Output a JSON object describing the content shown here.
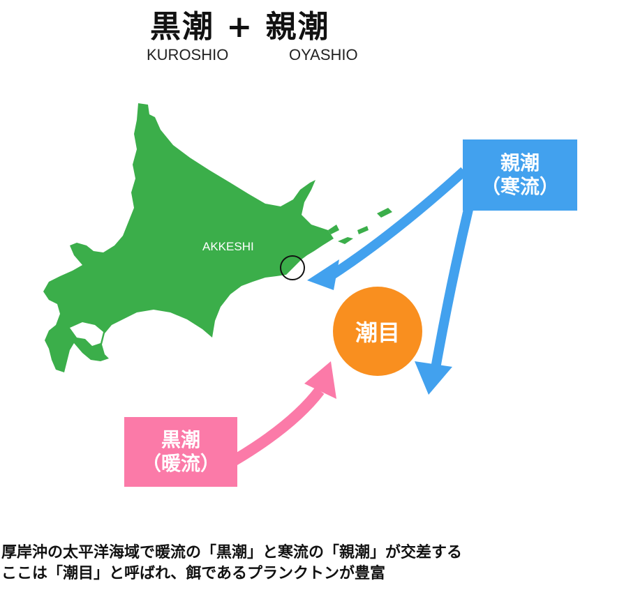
{
  "title": {
    "text": "黒潮 + 親潮"
  },
  "subtitle": {
    "kuroshio": "KUROSHIO",
    "oyashio": "OYASHIO"
  },
  "map": {
    "place_label": "AKKESHI",
    "land_color": "#3bae4a"
  },
  "oyashio_box": {
    "line1": "親潮",
    "line2": "（寒流）",
    "color": "#42a1ee"
  },
  "kuroshio_box": {
    "line1": "黒潮",
    "line2": "（暖流）",
    "color": "#fb7aa8"
  },
  "shiome": {
    "label": "潮目",
    "color": "#f98f1f"
  },
  "caption": {
    "line1": "厚岸沖の太平洋海域で暖流の「黒潮」と寒流の「親潮」が交差する",
    "line2": "ここは「潮目」と呼ばれ、餌であるプランクトンが豊富"
  }
}
